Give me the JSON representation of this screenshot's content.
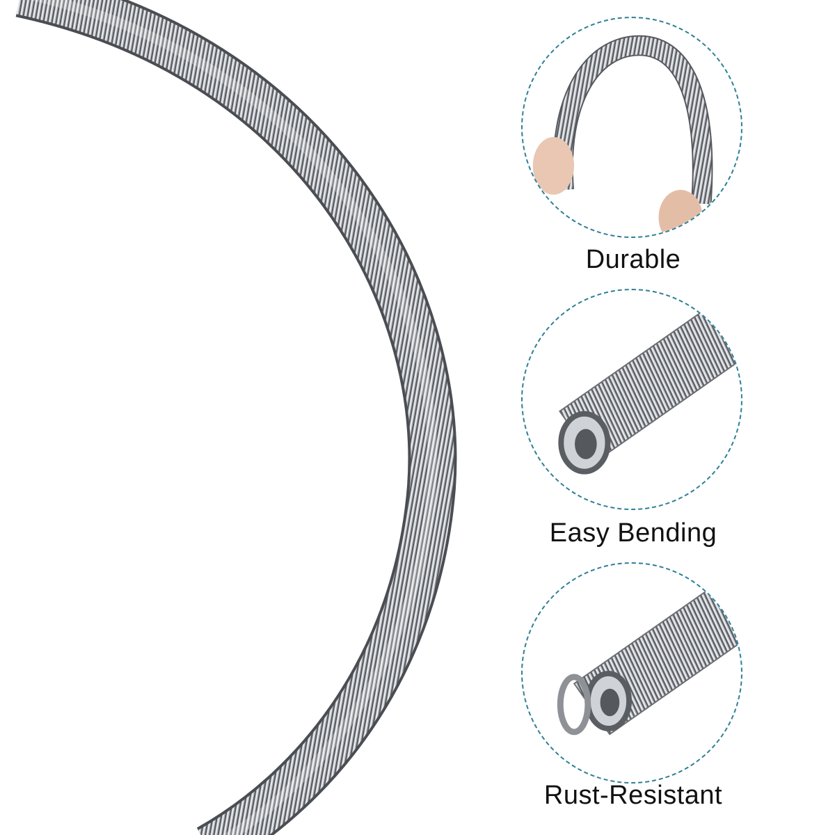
{
  "features": [
    {
      "label": "Durable",
      "image": "bent-spring-in-hand"
    },
    {
      "label": "Easy Bending",
      "image": "spring-end-closeup"
    },
    {
      "label": "Rust-Resistant",
      "image": "spring-end-loop-closeup"
    }
  ],
  "colors": {
    "dashed_circle": "#2f7f97",
    "spring_metal": "#9a9da3",
    "background": "#ffffff"
  }
}
